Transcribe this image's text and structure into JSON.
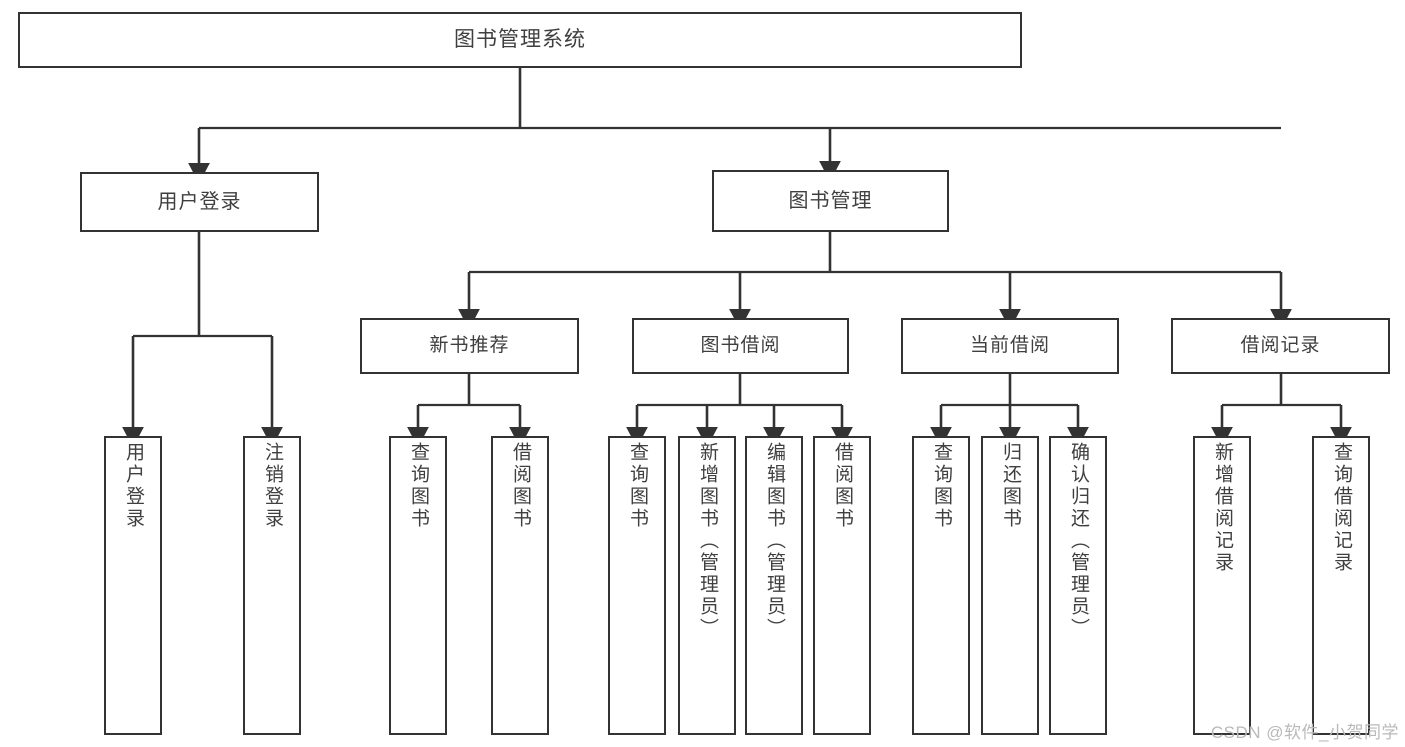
{
  "diagram": {
    "type": "tree-hierarchy-chart",
    "title": "图书管理系统",
    "colors": {
      "box_border": "#333333",
      "box_fill": "#ffffff",
      "connector": "#333333",
      "text": "#3f3f3f",
      "watermark": "#b9b9b9",
      "page_background": "#ffffff"
    },
    "root": {
      "label": "图书管理系统"
    },
    "level2": [
      {
        "label": "用户登录"
      },
      {
        "label": "图书管理"
      }
    ],
    "level3": [
      {
        "label": "新书推荐"
      },
      {
        "label": "图书借阅"
      },
      {
        "label": "当前借阅"
      },
      {
        "label": "借阅记录"
      }
    ],
    "leaves": {
      "user_login": [
        {
          "label": "用户登录"
        },
        {
          "label": "注销登录"
        }
      ],
      "new_book_recommend": [
        {
          "label": "查询图书"
        },
        {
          "label": "借阅图书"
        }
      ],
      "book_borrow": [
        {
          "label": "查询图书"
        },
        {
          "label": "新增图书（管理员）"
        },
        {
          "label": "编辑图书（管理员）"
        },
        {
          "label": "借阅图书"
        }
      ],
      "current_borrow": [
        {
          "label": "查询图书"
        },
        {
          "label": "归还图书"
        },
        {
          "label": "确认归还（管理员）"
        }
      ],
      "borrow_records": [
        {
          "label": "新增借阅记录"
        },
        {
          "label": "查询借阅记录"
        }
      ]
    }
  },
  "watermark": {
    "text": "CSDN @软件_小贺同学"
  }
}
